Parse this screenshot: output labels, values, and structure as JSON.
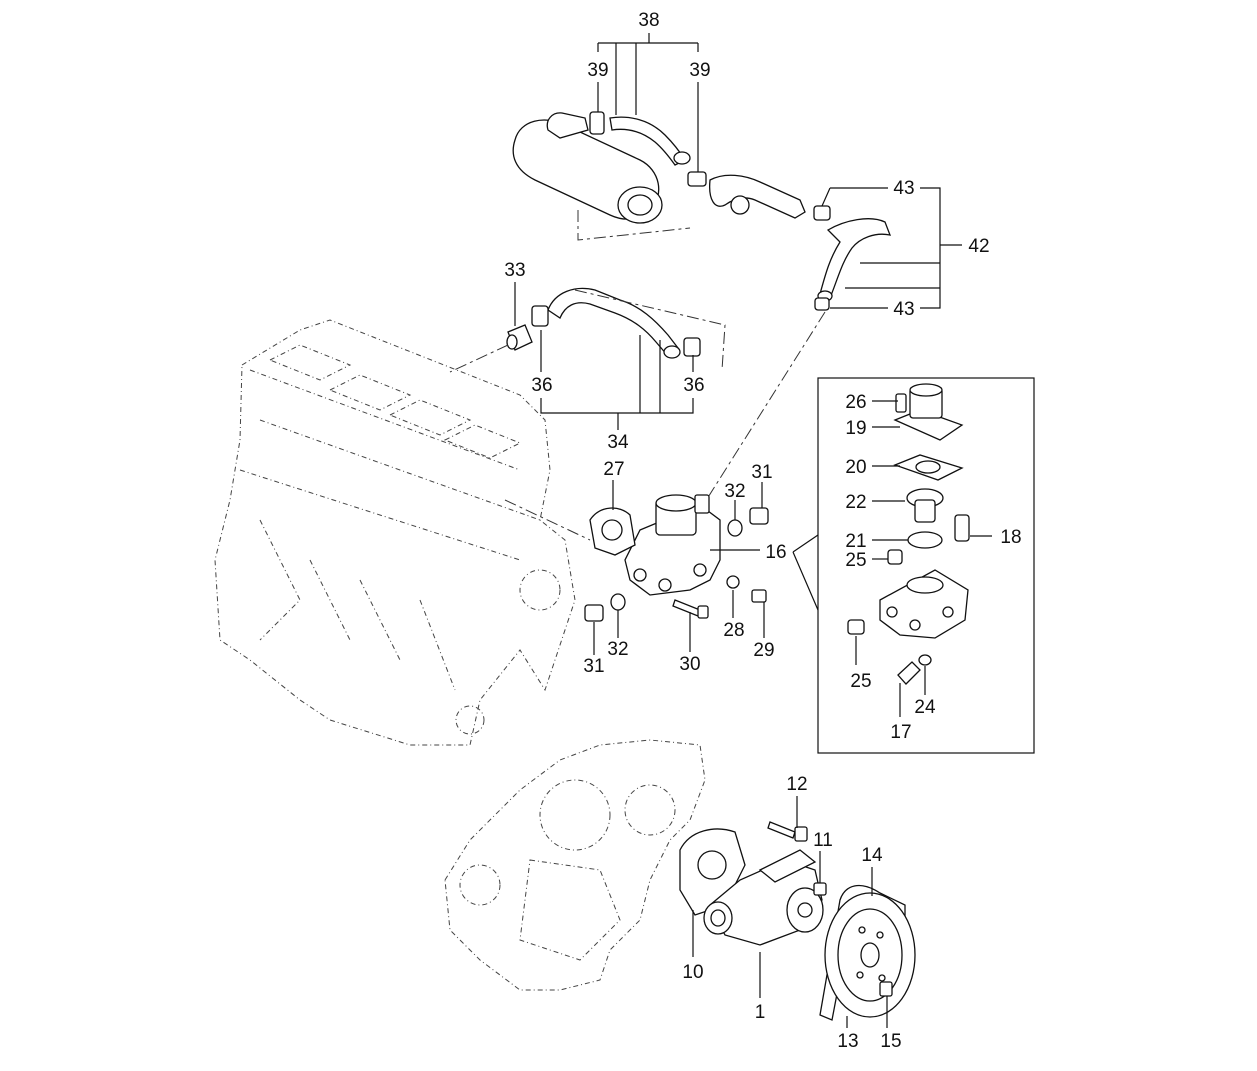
{
  "diagram": {
    "callouts": [
      "38",
      "39",
      "39",
      "43",
      "42",
      "43",
      "33",
      "36",
      "36",
      "34",
      "26",
      "19",
      "20",
      "22",
      "21",
      "25",
      "18",
      "16",
      "27",
      "32",
      "31",
      "31",
      "32",
      "30",
      "28",
      "29",
      "25",
      "24",
      "17",
      "12",
      "11",
      "14",
      "10",
      "1",
      "13",
      "15"
    ]
  }
}
